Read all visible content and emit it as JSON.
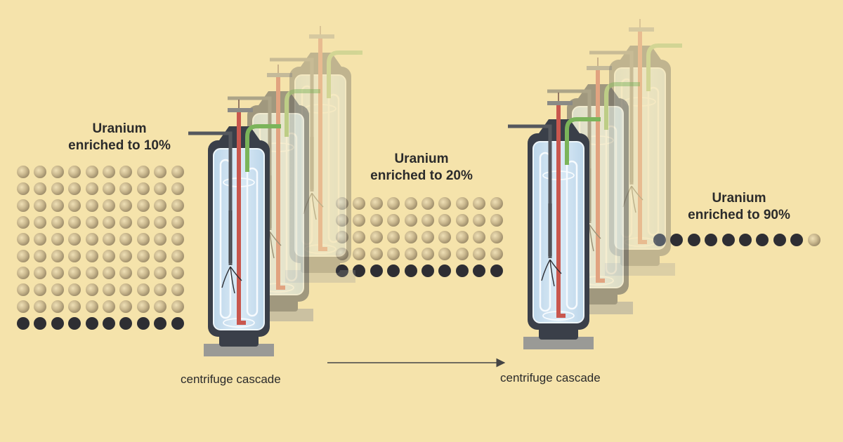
{
  "stages": [
    {
      "title_line1": "Uranium",
      "title_line2": "enriched to 10%",
      "enrichment_percent": 10,
      "atom_rows": [
        "LLLLLLLLLL",
        "LLLLLLLLLL",
        "LLLLLLLLLL",
        "LLLLLLLLLL",
        "LLLLLLLLLL",
        "LLLLLLLLLL",
        "LLLLLLLLLL",
        "LLLLLLLLLL",
        "LLLLLLLLLL",
        "DDDDDDDDDD"
      ]
    },
    {
      "title_line1": "Uranium",
      "title_line2": "enriched to 20%",
      "enrichment_percent": 20,
      "atom_rows": [
        "LLLLLLLLLL",
        "LLLLLLLLLL",
        "LLLLLLLLLL",
        "LLLLLLLLLL",
        "DDDDDDDDDD"
      ]
    },
    {
      "title_line1": "Uranium",
      "title_line2": "enriched to 90%",
      "enrichment_percent": 90,
      "atom_rows": [
        "DDDDDDDDDL"
      ]
    }
  ],
  "centrifuges": [
    {
      "caption": "centrifuge cascade"
    },
    {
      "caption": "centrifuge cascade"
    }
  ],
  "colors": {
    "background": "#f5e3ab",
    "u235_atom": "#2e2e33",
    "u238_atom": "#b9a57d",
    "tube_glass": "#cfe2f1",
    "hot_pipe": "#c9574e",
    "cold_pipe": "#7bb45a",
    "casing": "#3a3f49",
    "arrow": "#444444"
  },
  "icons": [
    "centrifuge-icon",
    "arrow-right-icon",
    "atom-icon"
  ]
}
